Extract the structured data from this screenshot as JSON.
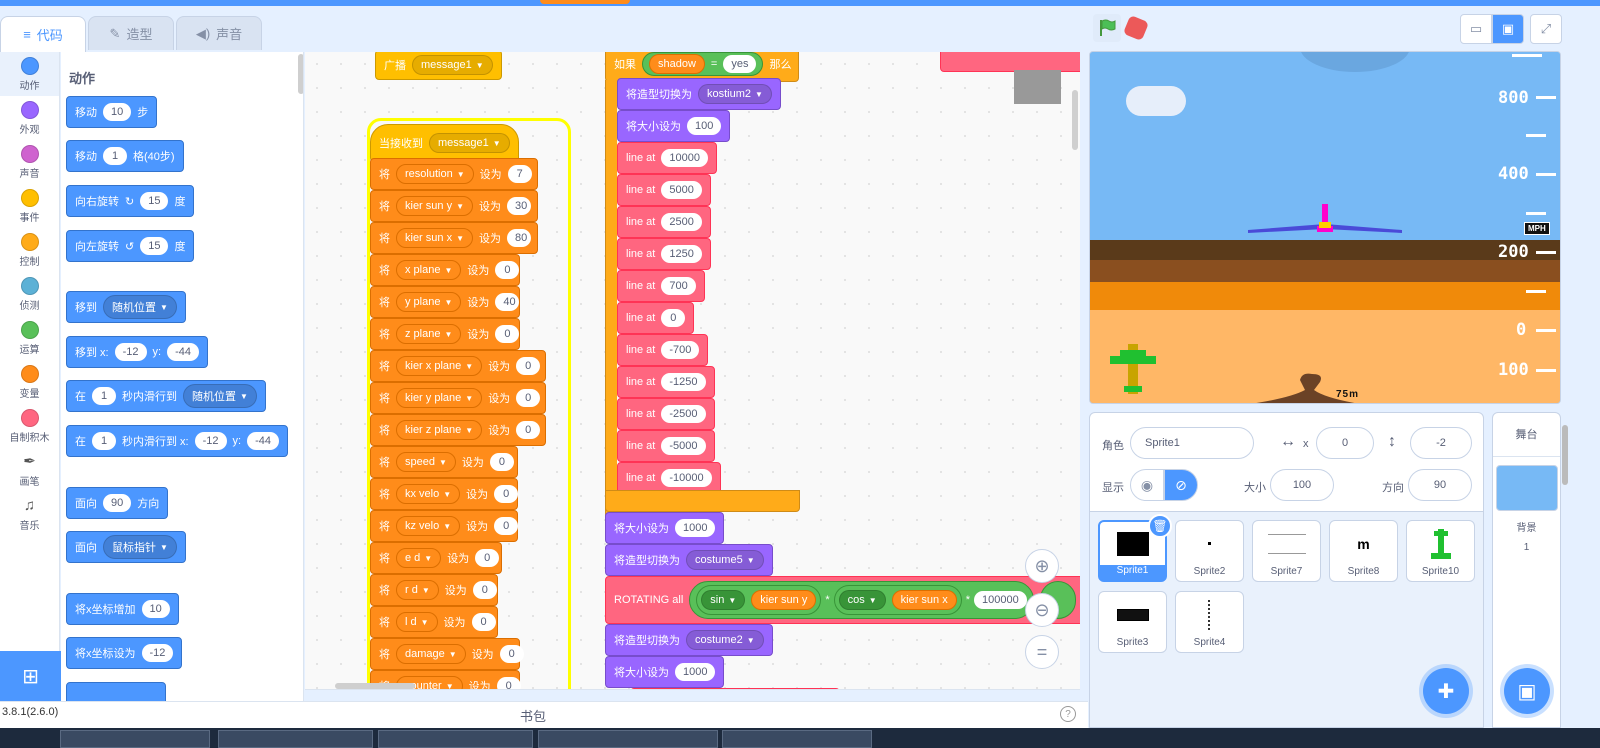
{
  "tabs": [
    {
      "label": "代码",
      "icon": "code-icon"
    },
    {
      "label": "造型",
      "icon": "brush-icon"
    },
    {
      "label": "声音",
      "icon": "speaker-icon"
    }
  ],
  "categories": [
    {
      "label": "动作",
      "color": "#4c97ff"
    },
    {
      "label": "外观",
      "color": "#9966ff"
    },
    {
      "label": "声音",
      "color": "#cf63cf"
    },
    {
      "label": "事件",
      "color": "#ffbf00"
    },
    {
      "label": "控制",
      "color": "#ffab19"
    },
    {
      "label": "侦测",
      "color": "#5cb1d6"
    },
    {
      "label": "运算",
      "color": "#59c059"
    },
    {
      "label": "变量",
      "color": "#ff8c1a"
    },
    {
      "label": "自制积木",
      "color": "#ff6680"
    },
    {
      "label": "画笔",
      "icon": "pen-icon"
    },
    {
      "label": "音乐",
      "icon": "music-icon"
    }
  ],
  "palette": {
    "title": "动作",
    "move": {
      "a": "移动",
      "v": "10",
      "b": "步"
    },
    "move_grid": {
      "a": "移动",
      "v": "1",
      "b": "格(40步)"
    },
    "turn_right": {
      "a": "向右旋转",
      "v": "15",
      "b": "度"
    },
    "turn_left": {
      "a": "向左旋转",
      "v": "15",
      "b": "度"
    },
    "goto": {
      "a": "移到",
      "v": "随机位置"
    },
    "goto_xy": {
      "a": "移到 x:",
      "x": "-12",
      "b": "y:",
      "y": "-44"
    },
    "glide": {
      "a": "在",
      "v": "1",
      "b": "秒内滑行到",
      "c": "随机位置"
    },
    "glide_xy": {
      "a": "在",
      "v": "1",
      "b": "秒内滑行到 x:",
      "x": "-12",
      "c": "y:",
      "y": "-44"
    },
    "point": {
      "a": "面向",
      "v": "90",
      "b": "方向"
    },
    "point_towards": {
      "a": "面向",
      "v": "鼠标指针"
    },
    "change_x": {
      "a": "将x坐标增加",
      "v": "10"
    },
    "set_x": {
      "a": "将x坐标设为",
      "v": "-12"
    }
  },
  "script1": {
    "broadcast": {
      "a": "广播",
      "v": "message1"
    },
    "hat": {
      "a": "当接收到",
      "v": "message1"
    },
    "will": "将",
    "setto": "设为",
    "sets": [
      {
        "var": "resolution",
        "val": "7"
      },
      {
        "var": "kier sun y",
        "val": "30"
      },
      {
        "var": "kier sun x",
        "val": "80"
      },
      {
        "var": "x plane",
        "val": "0"
      },
      {
        "var": "y plane",
        "val": "40"
      },
      {
        "var": "z plane",
        "val": "0"
      },
      {
        "var": "kier x plane",
        "val": "0"
      },
      {
        "var": "kier y plane",
        "val": "0"
      },
      {
        "var": "kier z plane",
        "val": "0"
      },
      {
        "var": "speed",
        "val": "0"
      },
      {
        "var": "kx velo",
        "val": "0"
      },
      {
        "var": "kz velo",
        "val": "0"
      },
      {
        "var": "e d",
        "val": "0"
      },
      {
        "var": "r d",
        "val": "0"
      },
      {
        "var": "l d",
        "val": "0"
      },
      {
        "var": "damage",
        "val": "0"
      },
      {
        "var": "counter",
        "val": "0"
      }
    ]
  },
  "script2": {
    "if": {
      "a": "如果",
      "var": "shadow",
      "eq": "=",
      "val": "yes",
      "b": "那么"
    },
    "switch1": {
      "a": "将造型切换为",
      "v": "kostium2"
    },
    "size1": {
      "a": "将大小设为",
      "v": "100"
    },
    "line_label": "line at",
    "lines": [
      "10000",
      "5000",
      "2500",
      "1250",
      "700",
      "0",
      "-700",
      "-1250",
      "-2500",
      "-5000",
      "-10000"
    ],
    "size2": {
      "a": "将大小设为",
      "v": "1000"
    },
    "switch2": {
      "a": "将造型切换为",
      "v": "costume5"
    },
    "rotating": {
      "a": "ROTATING all",
      "f1": "sin",
      "v1": "kier sun y",
      "mul": "*",
      "f2": "cos",
      "v2": "kier sun x",
      "n": "100000"
    },
    "switch3": {
      "a": "将造型切换为",
      "v": "costume2"
    },
    "size3": {
      "a": "将大小设为",
      "v": "1000"
    }
  },
  "stage": {
    "labels": [
      "800",
      "400",
      "200",
      "0",
      "100"
    ],
    "mph": "MPH",
    "distance": "75m"
  },
  "sprite_info": {
    "sprite_label": "角色",
    "sprite_name": "Sprite1",
    "x_label": "x",
    "x": "0",
    "y_label": "y",
    "y": "-2",
    "show_label": "显示",
    "size_label": "大小",
    "size": "100",
    "dir_label": "方向",
    "dir": "90"
  },
  "sprites": [
    "Sprite1",
    "Sprite2",
    "Sprite7",
    "Sprite8",
    "Sprite10",
    "Sprite3",
    "Sprite4"
  ],
  "stage_panel": {
    "title": "舞台",
    "backdrops_label": "背景",
    "backdrops_count": "1"
  },
  "bottom": {
    "version": "3.8.1(2.6.0)",
    "backpack": "书包",
    "help": "?"
  }
}
